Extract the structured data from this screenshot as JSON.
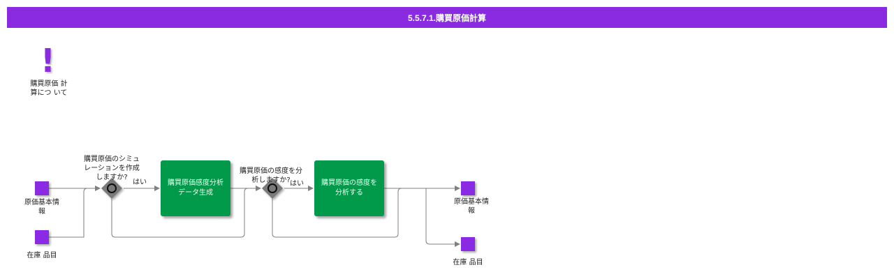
{
  "header": {
    "title": "5.5.7.1.購買原価計算"
  },
  "colors": {
    "accent": "#8a2be2",
    "task": "#009a4a",
    "gateway": "#7a7a7a",
    "line": "#808080"
  },
  "note": {
    "icon": "exclamation-icon",
    "label": "購買原価 計\n算につ いて"
  },
  "inputs": {
    "cost_info": "原価基本情\n報",
    "inventory": "在庫 品目"
  },
  "gateways": {
    "g1": {
      "question": "購買原価のシミュ\nレーションを作成\nしますか?",
      "yes": "はい"
    },
    "g2": {
      "question": "購買原価の感度を分\n析しますか?",
      "yes": "はい"
    }
  },
  "tasks": {
    "t1": "購買原価感度分析\nデータ生成",
    "t2": "購買原価の感度を\n分析する"
  },
  "outputs": {
    "cost_info": "原価基本情\n報",
    "inventory": "在庫 品目"
  }
}
